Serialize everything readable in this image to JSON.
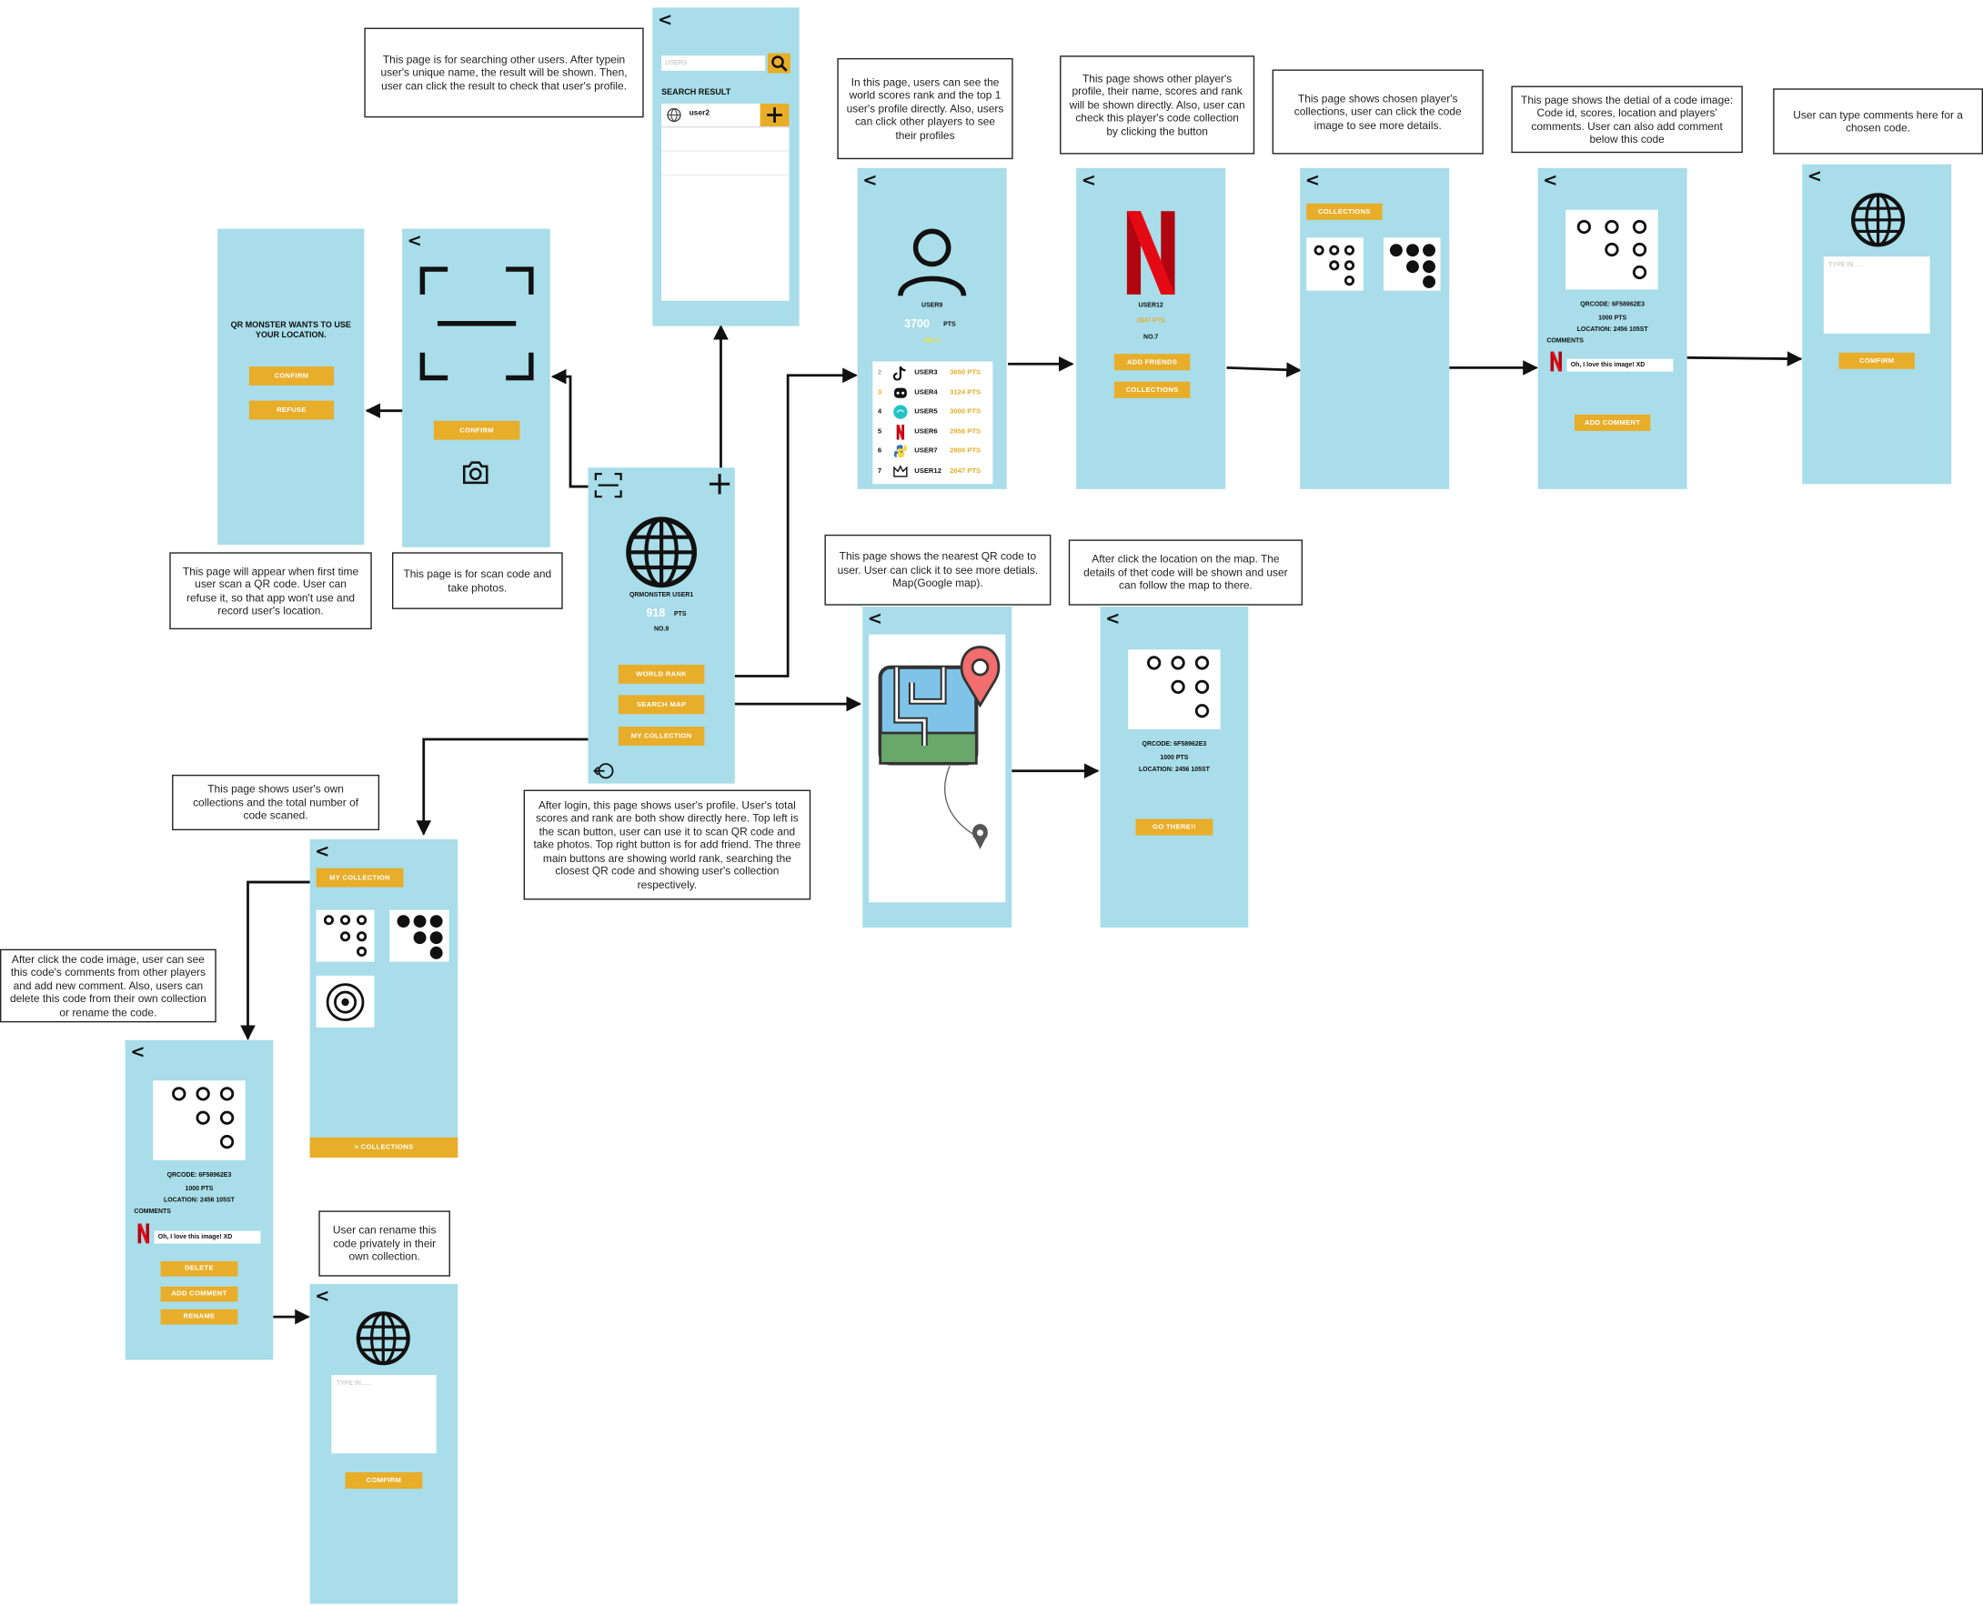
{
  "notes": {
    "search": "This page is for searching other users. After typein user's unique name, the result will be shown. Then, user can click the result to check that user's profile.",
    "world_rank": "In this page, users can see the world scores rank and the top 1 user's profile directly. Also, users can click other players to see their profiles",
    "other_player": "This page shows other player's profile, their name, scores and rank will be shown directly. Also, user can check this player's code collection by clicking the button",
    "player_collections": "This page shows chosen player's collections, user can click the code image to see more details.",
    "code_detail": "This page shows the detial of a code image: Code id, scores, location and players' comments. User can also add comment below this code",
    "type_comment": "User can type comments here for a chosen code.",
    "location": "This page will appear when first time user scan a QR code. User can refuse it, so that app won't use and record user's location.",
    "scan": "This page is for scan code and take photos.",
    "profile": "After login, this page shows user's profile. User's total scores and rank are both show directly here. Top left is the scan button, user can use it to scan QR code and take photos. Top right button is for add friend. The three main buttons are showing world rank, searching the closest QR code and showing user's collection respectively.",
    "map": "This page shows the nearest QR code to user. User can click it to see more detials. Map(Google map).",
    "map_detail": "After click the  location on the map. The details of thet code will be shown and user can follow the map to there.",
    "my_collection": "This page shows user's own collections and the total number of code scaned.",
    "own_code": "After click the code image, user can see this code's comments from other players and add new comment. Also, users can delete this code from their own collection or rename the code.",
    "rename": "User can rename this code privately in their own collection."
  },
  "screens": {
    "location": {
      "title": "QR MONSTER WANTS TO USE YOUR LOCATION.",
      "confirm": "CONFIRM",
      "refuse": "REFUSE"
    },
    "scan": {
      "back": "<",
      "confirm": "CONFIRM"
    },
    "search": {
      "back": "<",
      "placeholder": "USERS",
      "result_title": "SEARCH RESULT",
      "result_user": "user2"
    },
    "profile": {
      "name": "QRMONSTER USER1",
      "score": "918",
      "pts": "PTS",
      "rank": "NO.9",
      "world_rank": "WORLD RANK",
      "search_map": "SEARCH MAP",
      "my_collection": "MY COLLECTION"
    },
    "world_rank": {
      "back": "<",
      "top_user": "USER9",
      "top_score": "3700",
      "pts": "PTS",
      "top_rank": "NO.1",
      "rows": [
        {
          "rank": "2",
          "user": "USER3",
          "pts": "3650 PTS",
          "icon": "tiktok-icon"
        },
        {
          "rank": "3",
          "user": "USER4",
          "pts": "3124 PTS",
          "icon": "discord-icon"
        },
        {
          "rank": "4",
          "user": "USER5",
          "pts": "3000 PTS",
          "icon": "canva-icon"
        },
        {
          "rank": "5",
          "user": "USER6",
          "pts": "2956 PTS",
          "icon": "netflix-icon"
        },
        {
          "rank": "6",
          "user": "USER7",
          "pts": "2800 PTS",
          "icon": "python-icon"
        },
        {
          "rank": "7",
          "user": "USER12",
          "pts": "2647 PTS",
          "icon": "crown-icon"
        }
      ]
    },
    "other_player": {
      "back": "<",
      "name": "USER12",
      "score": "2647 PTS",
      "rank": "NO.7",
      "add_friends": "ADD FRIENDS",
      "collections": "COLLECTIONS"
    },
    "player_collections": {
      "back": "<",
      "header": "COLLECTIONS"
    },
    "code_detail": {
      "back": "<",
      "code": "QRCODE: 6F58962E3",
      "pts": "1000 PTS",
      "location": "LOCATION: 2456 105ST",
      "comments": "COMMENTS",
      "comment_text": "Oh, I love this image! XD",
      "add_comment": "ADD COMMENT"
    },
    "type_comment": {
      "back": "<",
      "placeholder": "TYPE IN......",
      "confirm": "COMFIRM"
    },
    "map": {
      "back": "<"
    },
    "map_detail": {
      "back": "<",
      "code": "QRCODE: 6F58962E3",
      "pts": "1000 PTS",
      "location": "LOCATION: 2456 105ST",
      "go": "GO THERE!!"
    },
    "my_collection": {
      "back": "<",
      "header": "MY COLLECTION",
      "footer": "> COLLECTIONS"
    },
    "own_code": {
      "back": "<",
      "code": "QRCODE: 6F58962E3",
      "pts": "1000 PTS",
      "location": "LOCATION: 2456 105ST",
      "comments": "COMMENTS",
      "comment_text": "Oh, I love this image! XD",
      "delete": "DELETE",
      "add_comment": "ADD COMMENT",
      "rename": "RENAME"
    },
    "rename": {
      "back": "<",
      "placeholder": "TYPE IN......",
      "confirm": "COMFIRM"
    }
  }
}
